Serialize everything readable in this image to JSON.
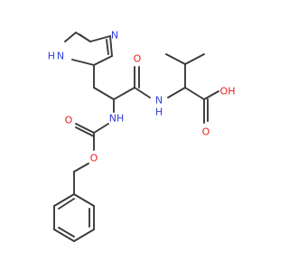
{
  "molecule": {
    "atoms": {
      "nh_ring": "H\nN",
      "n_ring": "N",
      "o_amide": "O",
      "nh_amide": "N\nH",
      "oh": "OH",
      "o_acid": "O",
      "nh_carbamate": "NH",
      "o_carbamate_double": "O",
      "o_carbamate_ester": "O"
    },
    "colors": {
      "bond": "#3a3a3a",
      "nitrogen": "#2f3fd9",
      "oxygen": "#e8201c",
      "background": "#ffffff"
    }
  }
}
